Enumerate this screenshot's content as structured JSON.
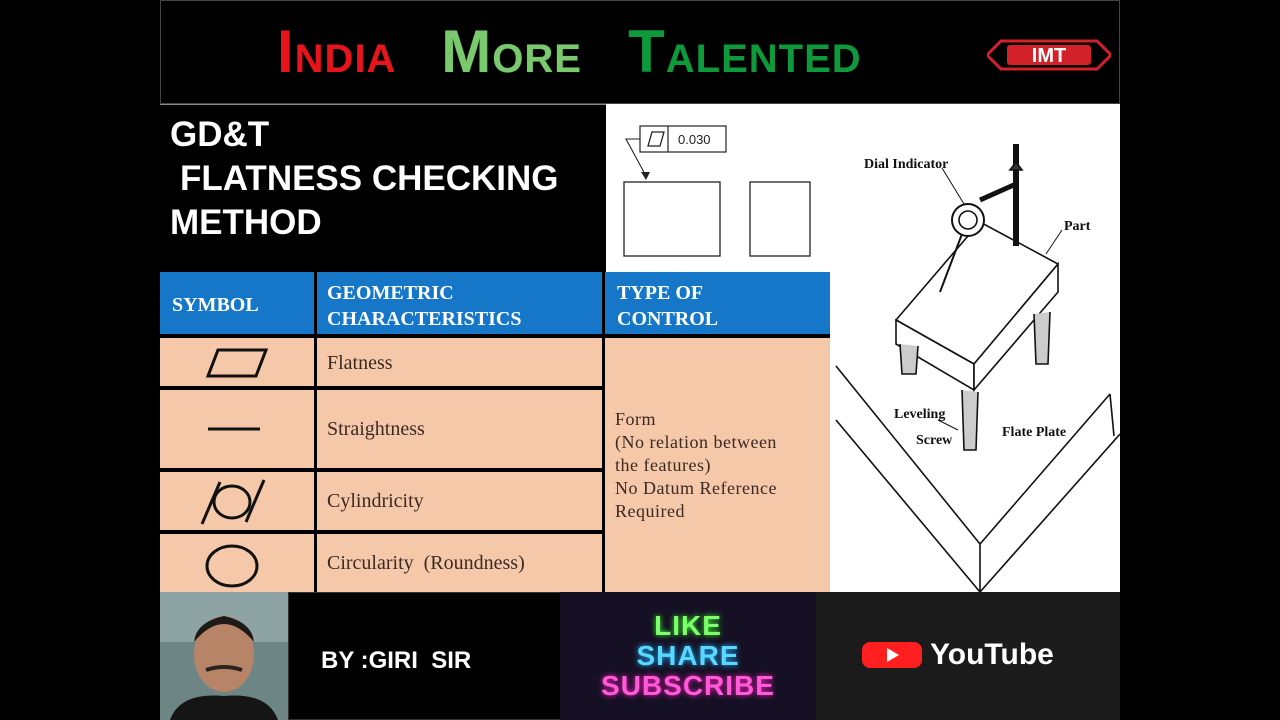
{
  "banner": {
    "word1_initial": "I",
    "word1_rest": "NDIA",
    "word2_initial": "M",
    "word2_rest": "ORE",
    "word3_initial": "T",
    "word3_rest": "ALENTED",
    "logo_text": "IMT",
    "colors": {
      "red": "#e8141c",
      "green": "#7bc96f",
      "dark_green": "#0e9a3a"
    }
  },
  "heading": {
    "line1": "GD&T",
    "line2": "FLATNESS CHECKING",
    "line3": "METHOD"
  },
  "drawing": {
    "tolerance_value": "0.030",
    "symbol_icon": "flatness-parallelogram-icon"
  },
  "table": {
    "headers": {
      "symbol": "SYMBOL",
      "geo_line1": "GEOMETRIC",
      "geo_line2": "CHARACTERISTICS",
      "type_line1": "TYPE OF",
      "type_line2": "CONTROL"
    },
    "rows": [
      {
        "icon": "flatness-icon",
        "characteristic": "Flatness"
      },
      {
        "icon": "straightness-icon",
        "characteristic": "Straightness"
      },
      {
        "icon": "cylindricity-icon",
        "characteristic": "Cylindricity"
      },
      {
        "icon": "circularity-icon",
        "characteristic": "Circularity  (Roundness)"
      }
    ],
    "control": {
      "line1": "Form",
      "line2": "(No relation between",
      "line3": "the features)",
      "line4": "No Datum Reference",
      "line5": "Required"
    },
    "colors": {
      "header_bg": "#1676c8",
      "cell_bg": "#f6c8aa"
    }
  },
  "illustration": {
    "labels": {
      "dial_indicator": "Dial Indicator",
      "part": "Part",
      "leveling": "Leveling",
      "screw": "Screw",
      "flate_plate": "Flate Plate"
    }
  },
  "footer": {
    "by_text": "BY :GIRI  SIR",
    "neon": {
      "like": "LIKE",
      "share": "SHARE",
      "subscribe": "SUBSCRIBE"
    },
    "youtube_text": "YouTube"
  }
}
